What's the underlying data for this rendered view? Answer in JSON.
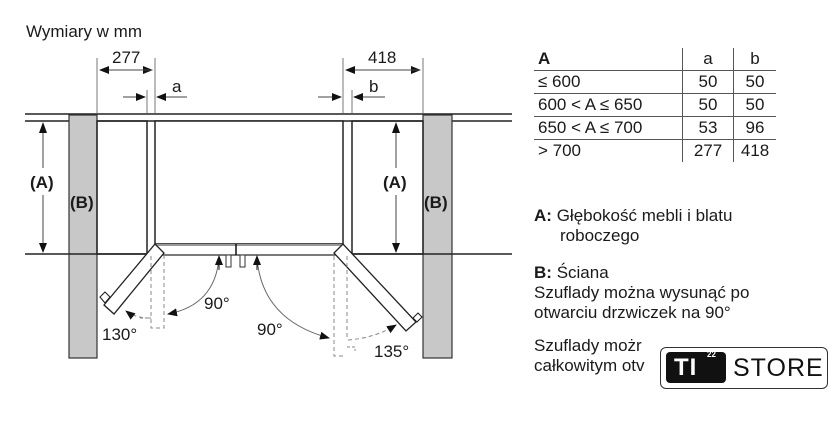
{
  "title": "Wymiary w mm",
  "dimensions": {
    "left_width": "277",
    "right_width": "418",
    "left_gap": "a",
    "right_gap": "b"
  },
  "diagram_labels": {
    "depth_left": "(A)",
    "wall_left": "(B)",
    "depth_right": "(A)",
    "wall_right": "(B)",
    "angle_left_max": "130°",
    "angle_left_90": "90°",
    "angle_right_90": "90°",
    "angle_right_max": "135°"
  },
  "table": {
    "headers": [
      "A",
      "a",
      "b"
    ],
    "rows": [
      [
        "≤ 600",
        "50",
        "50"
      ],
      [
        "600 < A ≤ 650",
        "50",
        "50"
      ],
      [
        "650 < A ≤ 700",
        "53",
        "96"
      ],
      [
        "> 700",
        "277",
        "418"
      ]
    ]
  },
  "legend": {
    "a_key": "A:",
    "a_line1": "Głębokość mebli i blatu",
    "a_line2": "roboczego",
    "b_key": "B:",
    "b_text": "Ściana",
    "drawer_note_1": "Szuflady można wysunąć po",
    "drawer_note_2": "otwarciu drzwiczek na 90°",
    "drawer_note_3": "Szuflady możr",
    "drawer_note_4": "całkowitym otv"
  },
  "logo": {
    "badge": "TI",
    "superscript": "22",
    "text": "STORE"
  }
}
